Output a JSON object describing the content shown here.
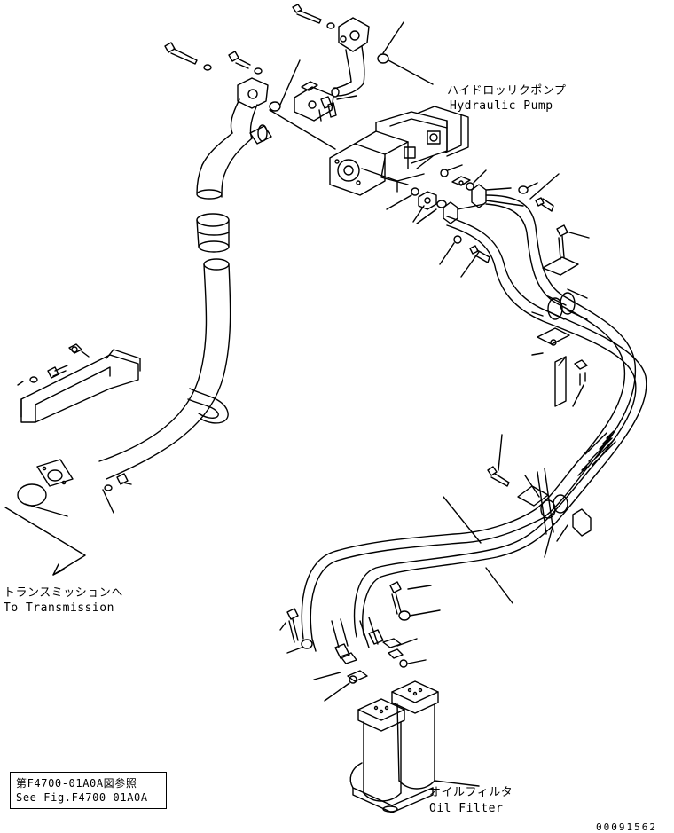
{
  "labels": {
    "hydraulic_pump_jp": "ハイドロッリクポンプ",
    "hydraulic_pump_en": "Hydraulic Pump",
    "transmission_jp": "トランスミッションへ",
    "transmission_en": "To Transmission",
    "oil_filter_jp": "オイルフィルタ",
    "oil_filter_en": "Oil Filter"
  },
  "reference": {
    "line1": "第F4700-01A0A図参照",
    "line2": "See Fig.F4700-01A0A"
  },
  "part_number": "00091562"
}
